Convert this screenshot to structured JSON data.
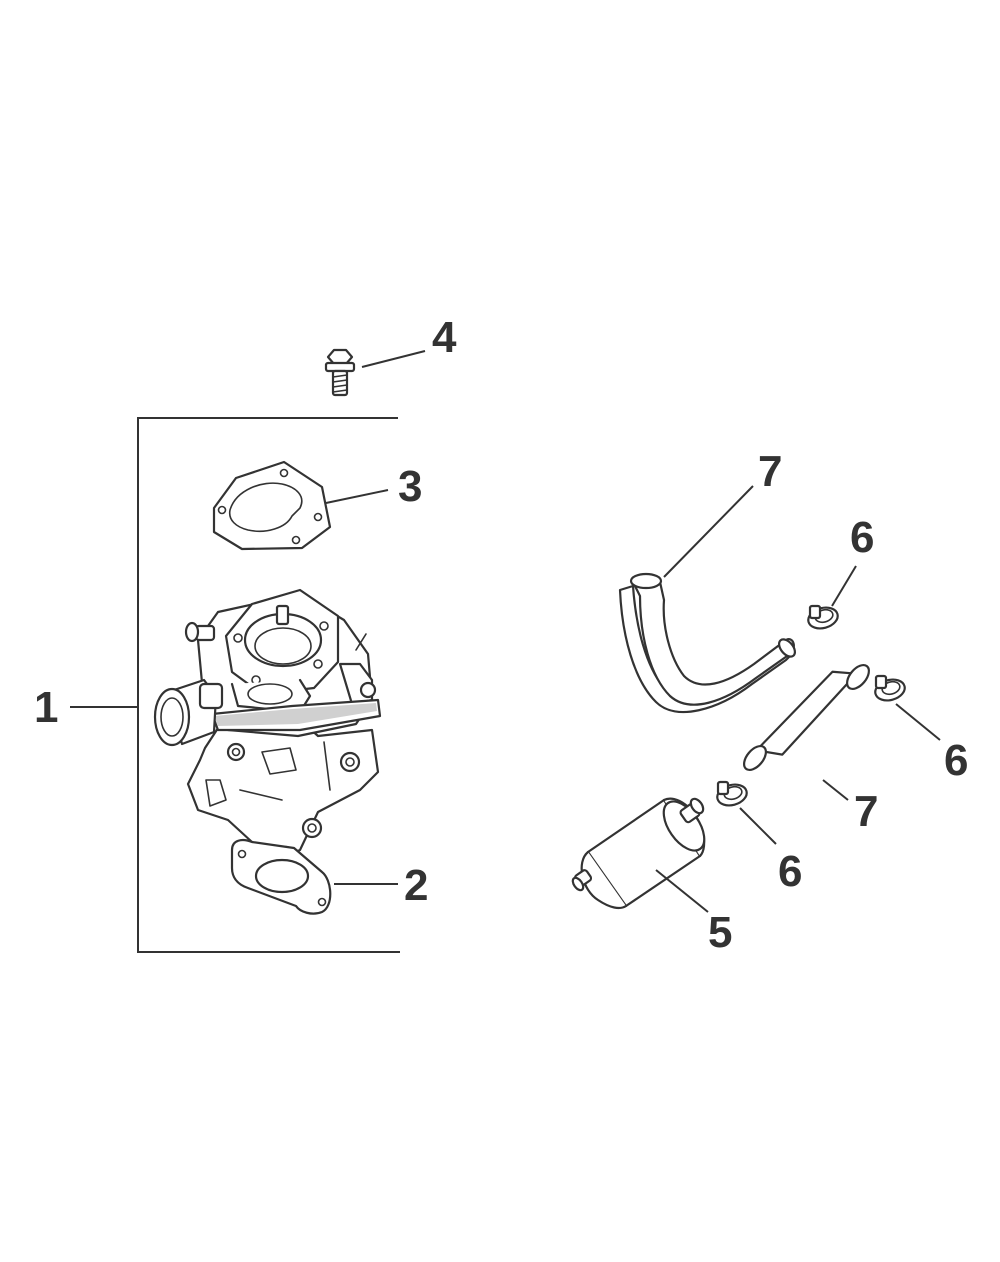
{
  "callouts": {
    "c1": "1",
    "c2": "2",
    "c3": "3",
    "c4": "4",
    "c5": "5",
    "c6a": "6",
    "c6b": "6",
    "c6c": "6",
    "c7a": "7",
    "c7b": "7"
  },
  "parts": [
    {
      "id": "1",
      "name": "carburetor-assembly"
    },
    {
      "id": "2",
      "name": "lower-gasket"
    },
    {
      "id": "3",
      "name": "upper-gasket"
    },
    {
      "id": "4",
      "name": "bolt"
    },
    {
      "id": "5",
      "name": "fuel-filter"
    },
    {
      "id": "6",
      "name": "hose-clamp"
    },
    {
      "id": "7",
      "name": "fuel-hose"
    }
  ],
  "colors": {
    "line": "#333333",
    "background": "#ffffff"
  }
}
